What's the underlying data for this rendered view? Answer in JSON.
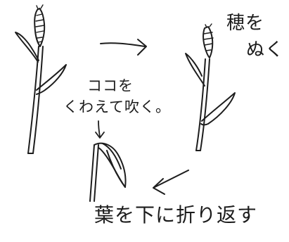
{
  "labels": {
    "remove_ear": [
      "穂を",
      "ぬく"
    ],
    "blow_here": [
      "ココを",
      "くわえて吹く。"
    ],
    "fold_leaf": "葉を下に折り返す"
  },
  "colors": {
    "ink": "#1d1d1d",
    "paper": "#ffffff",
    "head_fill": "#3a3a3a"
  },
  "steps": [
    {
      "id": "step-1",
      "description_icon": "grass-stalk-with-ear"
    },
    {
      "id": "step-2",
      "description_icon": "ear-removed-stalk"
    },
    {
      "id": "step-3",
      "description_icon": "folded-leaf-whistle"
    }
  ]
}
